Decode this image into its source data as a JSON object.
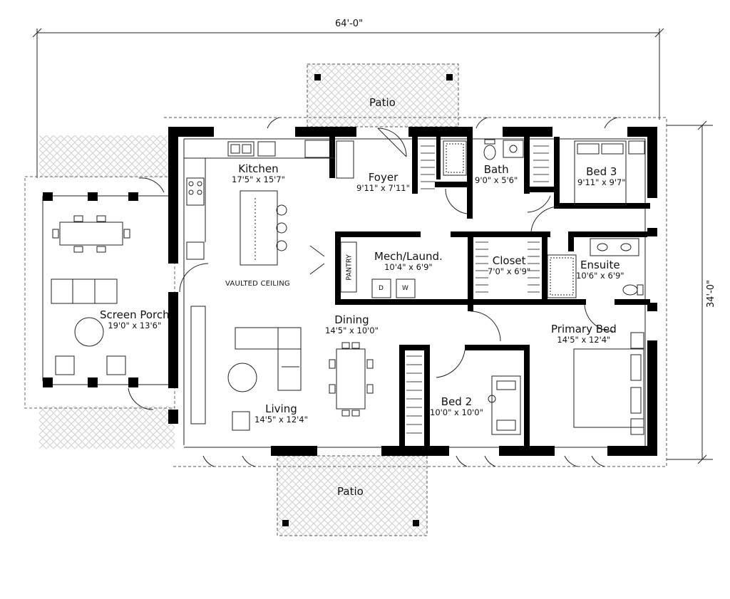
{
  "dimensions": {
    "overall_width": "64'-0\"",
    "overall_depth": "34'-0\""
  },
  "rooms": {
    "kitchen": {
      "name": "Kitchen",
      "dims": "17'5\" x 15'7\""
    },
    "foyer": {
      "name": "Foyer",
      "dims": "9'11\" x 7'11\""
    },
    "bath": {
      "name": "Bath",
      "dims": "9'0\" x 5'6\""
    },
    "bed3": {
      "name": "Bed 3",
      "dims": "9'11\" x 9'7\""
    },
    "mech": {
      "name": "Mech/Laund.",
      "dims": "10'4\" x 6'9\""
    },
    "closet": {
      "name": "Closet",
      "dims": "7'0\" x 6'9\""
    },
    "ensuite": {
      "name": "Ensuite",
      "dims": "10'6\" x 6'9\""
    },
    "screen_porch": {
      "name": "Screen Porch",
      "dims": "19'0\" x 13'6\""
    },
    "dining": {
      "name": "Dining",
      "dims": "14'5\" x 10'0\""
    },
    "primary_bed": {
      "name": "Primary Bed",
      "dims": "14'5\" x 12'4\""
    },
    "bed2": {
      "name": "Bed 2",
      "dims": "10'0\" x 10'0\""
    },
    "living": {
      "name": "Living",
      "dims": "14'5\" x 12'4\""
    }
  },
  "patios": {
    "top": "Patio",
    "bottom": "Patio"
  },
  "notes": {
    "vaulted": "VAULTED CEILING",
    "pantry": "PANTRY",
    "dryer": "D",
    "washer": "W"
  },
  "colors": {
    "wall": "#000000",
    "line": "#222222",
    "hatch": "#cfcfcf"
  }
}
